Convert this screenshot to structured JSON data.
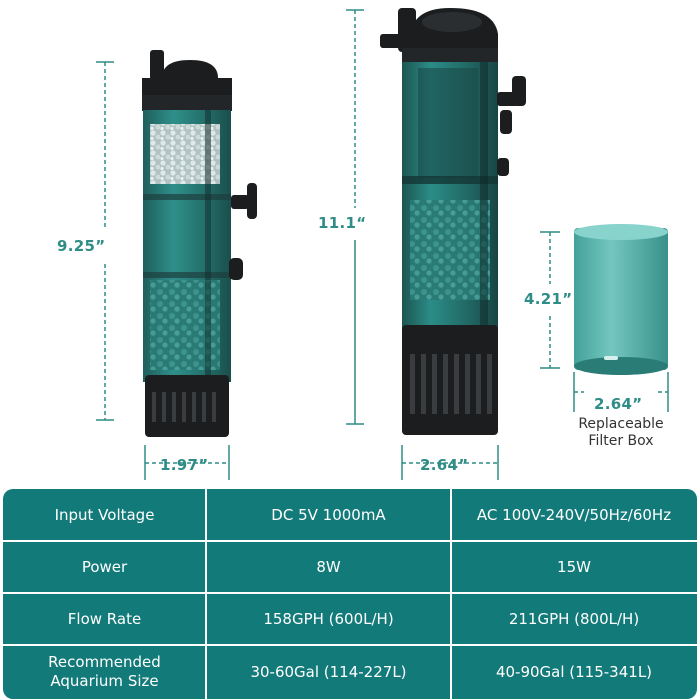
{
  "colors": {
    "accent": "#2f8c86",
    "table_bg": "#137a7a",
    "table_text": "#ffffff",
    "body_dark": "#1b1d1f",
    "glass": "#2f8f8a"
  },
  "dimensions": {
    "small_filter_height": "9.25”",
    "small_filter_width": "1.97”",
    "large_filter_height": "11.1“",
    "large_filter_width": "2.64”",
    "box_height": "4.21”",
    "box_width": "2.64”"
  },
  "filter_box_caption": [
    "Replaceable",
    "Filter Box"
  ],
  "icons": [
    "small-filter-illustration",
    "large-filter-illustration",
    "filter-box-illustration"
  ],
  "specs": {
    "rows": [
      {
        "label": "Input Voltage",
        "small": "DC 5V 1000mA",
        "large": "AC 100V-240V/50Hz/60Hz"
      },
      {
        "label": "Power",
        "small": "8W",
        "large": "15W"
      },
      {
        "label": "Flow Rate",
        "small": "158GPH (600L/H)",
        "large": "211GPH (800L/H)"
      },
      {
        "label_lines": [
          "Recommended",
          "Aquarium Size"
        ],
        "small": "30-60Gal (114-227L)",
        "large": "40-90Gal (115-341L)"
      }
    ]
  }
}
